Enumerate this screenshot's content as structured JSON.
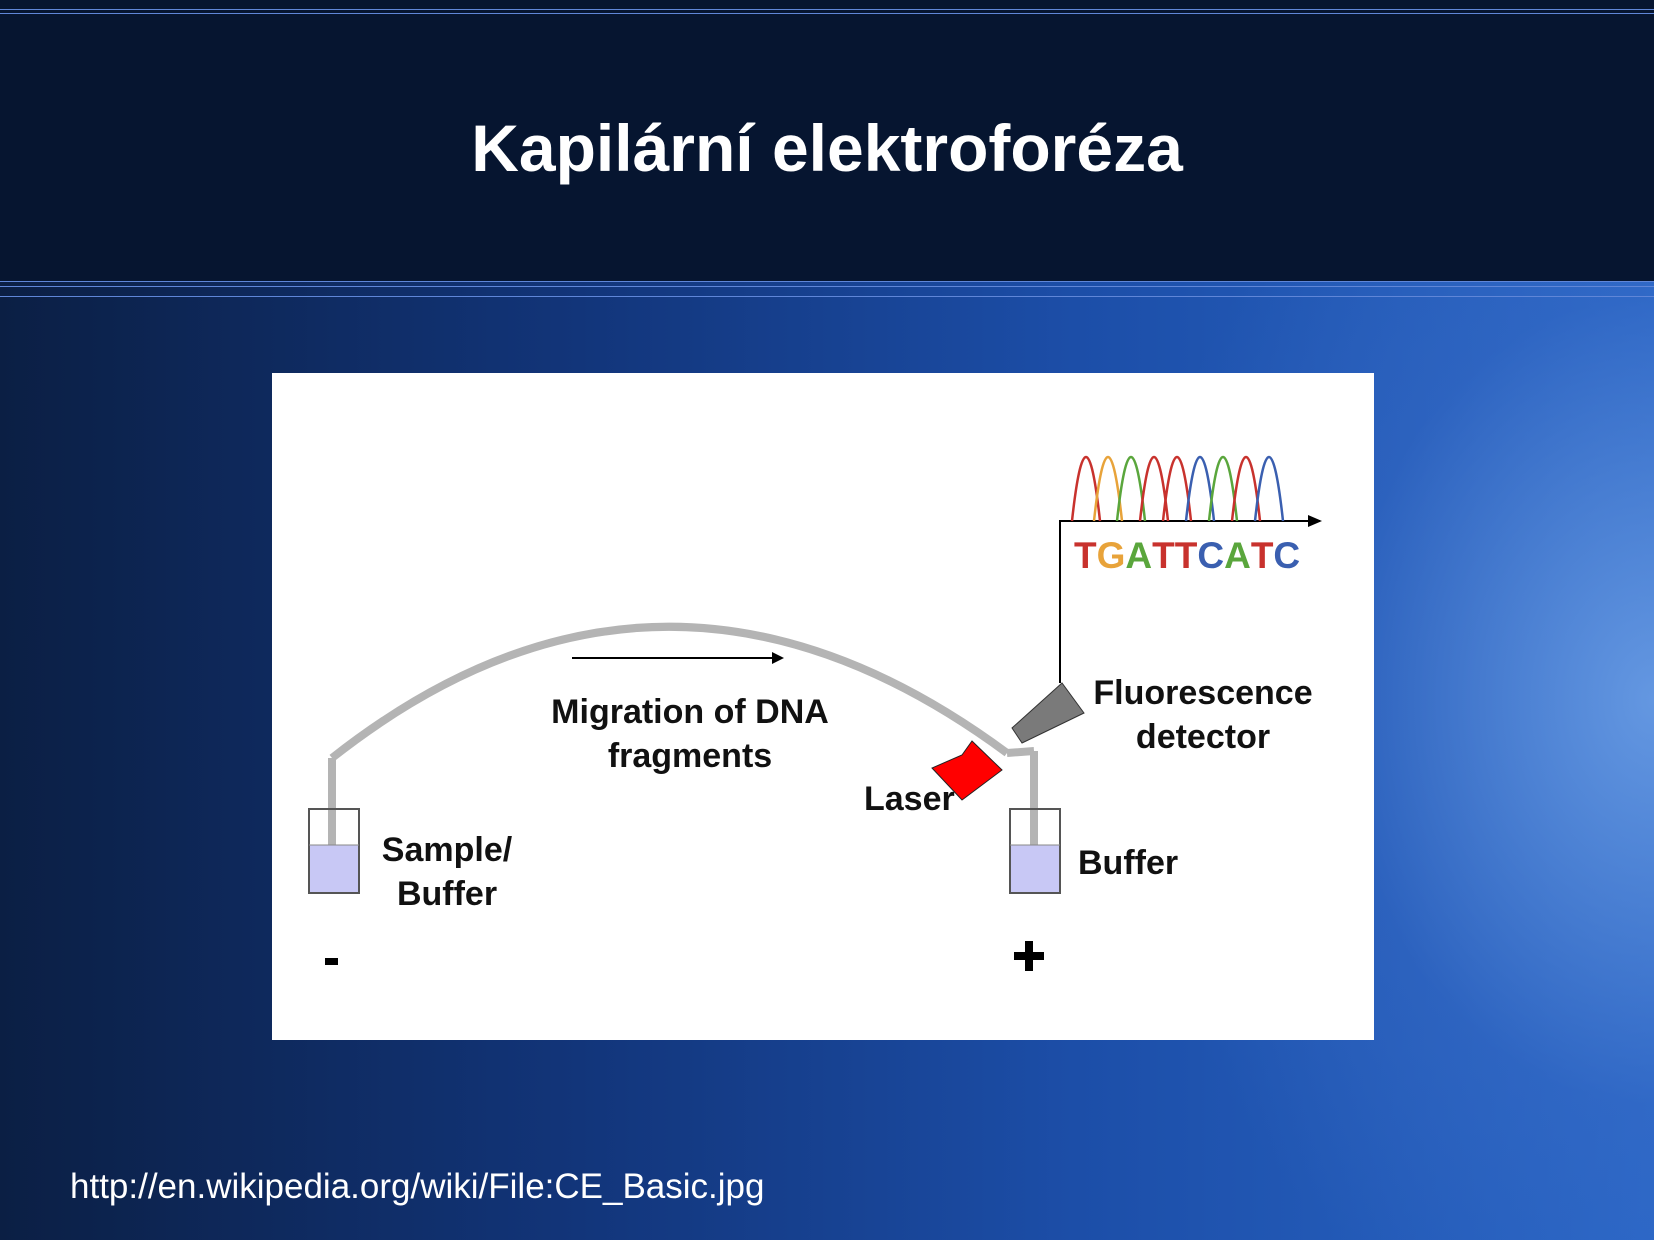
{
  "slide": {
    "title": "Kapilární elektroforéza",
    "footer_url": "http://en.wikipedia.org/wiki/File:CE_Basic.jpg"
  },
  "diagram": {
    "migration_label": "Migration of DNA fragments",
    "migration_line1": "Migration of DNA",
    "migration_line2": "fragments",
    "sample_line1": "Sample/",
    "sample_line2": "Buffer",
    "buffer_label": "Buffer",
    "laser_label": "Laser",
    "detector_line1": "Fluorescence",
    "detector_line2": "detector",
    "negative_sign": "-",
    "positive_sign": "+",
    "sequence": [
      {
        "base": "T",
        "color": "#c8322d"
      },
      {
        "base": "G",
        "color": "#e8a33a"
      },
      {
        "base": "A",
        "color": "#5aa63c"
      },
      {
        "base": "T",
        "color": "#c8322d"
      },
      {
        "base": "T",
        "color": "#c8322d"
      },
      {
        "base": "C",
        "color": "#3a5fb0"
      },
      {
        "base": "A",
        "color": "#5aa63c"
      },
      {
        "base": "T",
        "color": "#c8322d"
      },
      {
        "base": "C",
        "color": "#3a5fb0"
      }
    ],
    "colors": {
      "capillary": "#b4b4b4",
      "buffer_fill": "#c8c8f5",
      "laser": "#ff0000",
      "detector": "#7a7a7a",
      "background_dark": "#061530"
    }
  }
}
